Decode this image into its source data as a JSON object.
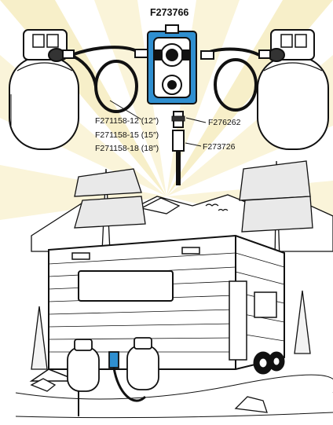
{
  "colors": {
    "background": "#ffffff",
    "ray_tint": "#f7efc9",
    "regulator_accent": "#2f8fd0",
    "ink": "#111111"
  },
  "labels": {
    "regulator_part": "F273766",
    "hose_part_12": "F271158-12 (12″)",
    "hose_part_15": "F271158-15 (15″)",
    "hose_part_18": "F271158-18 (18″)",
    "adapter_part": "F276262",
    "hose_part_long": "F273726"
  }
}
